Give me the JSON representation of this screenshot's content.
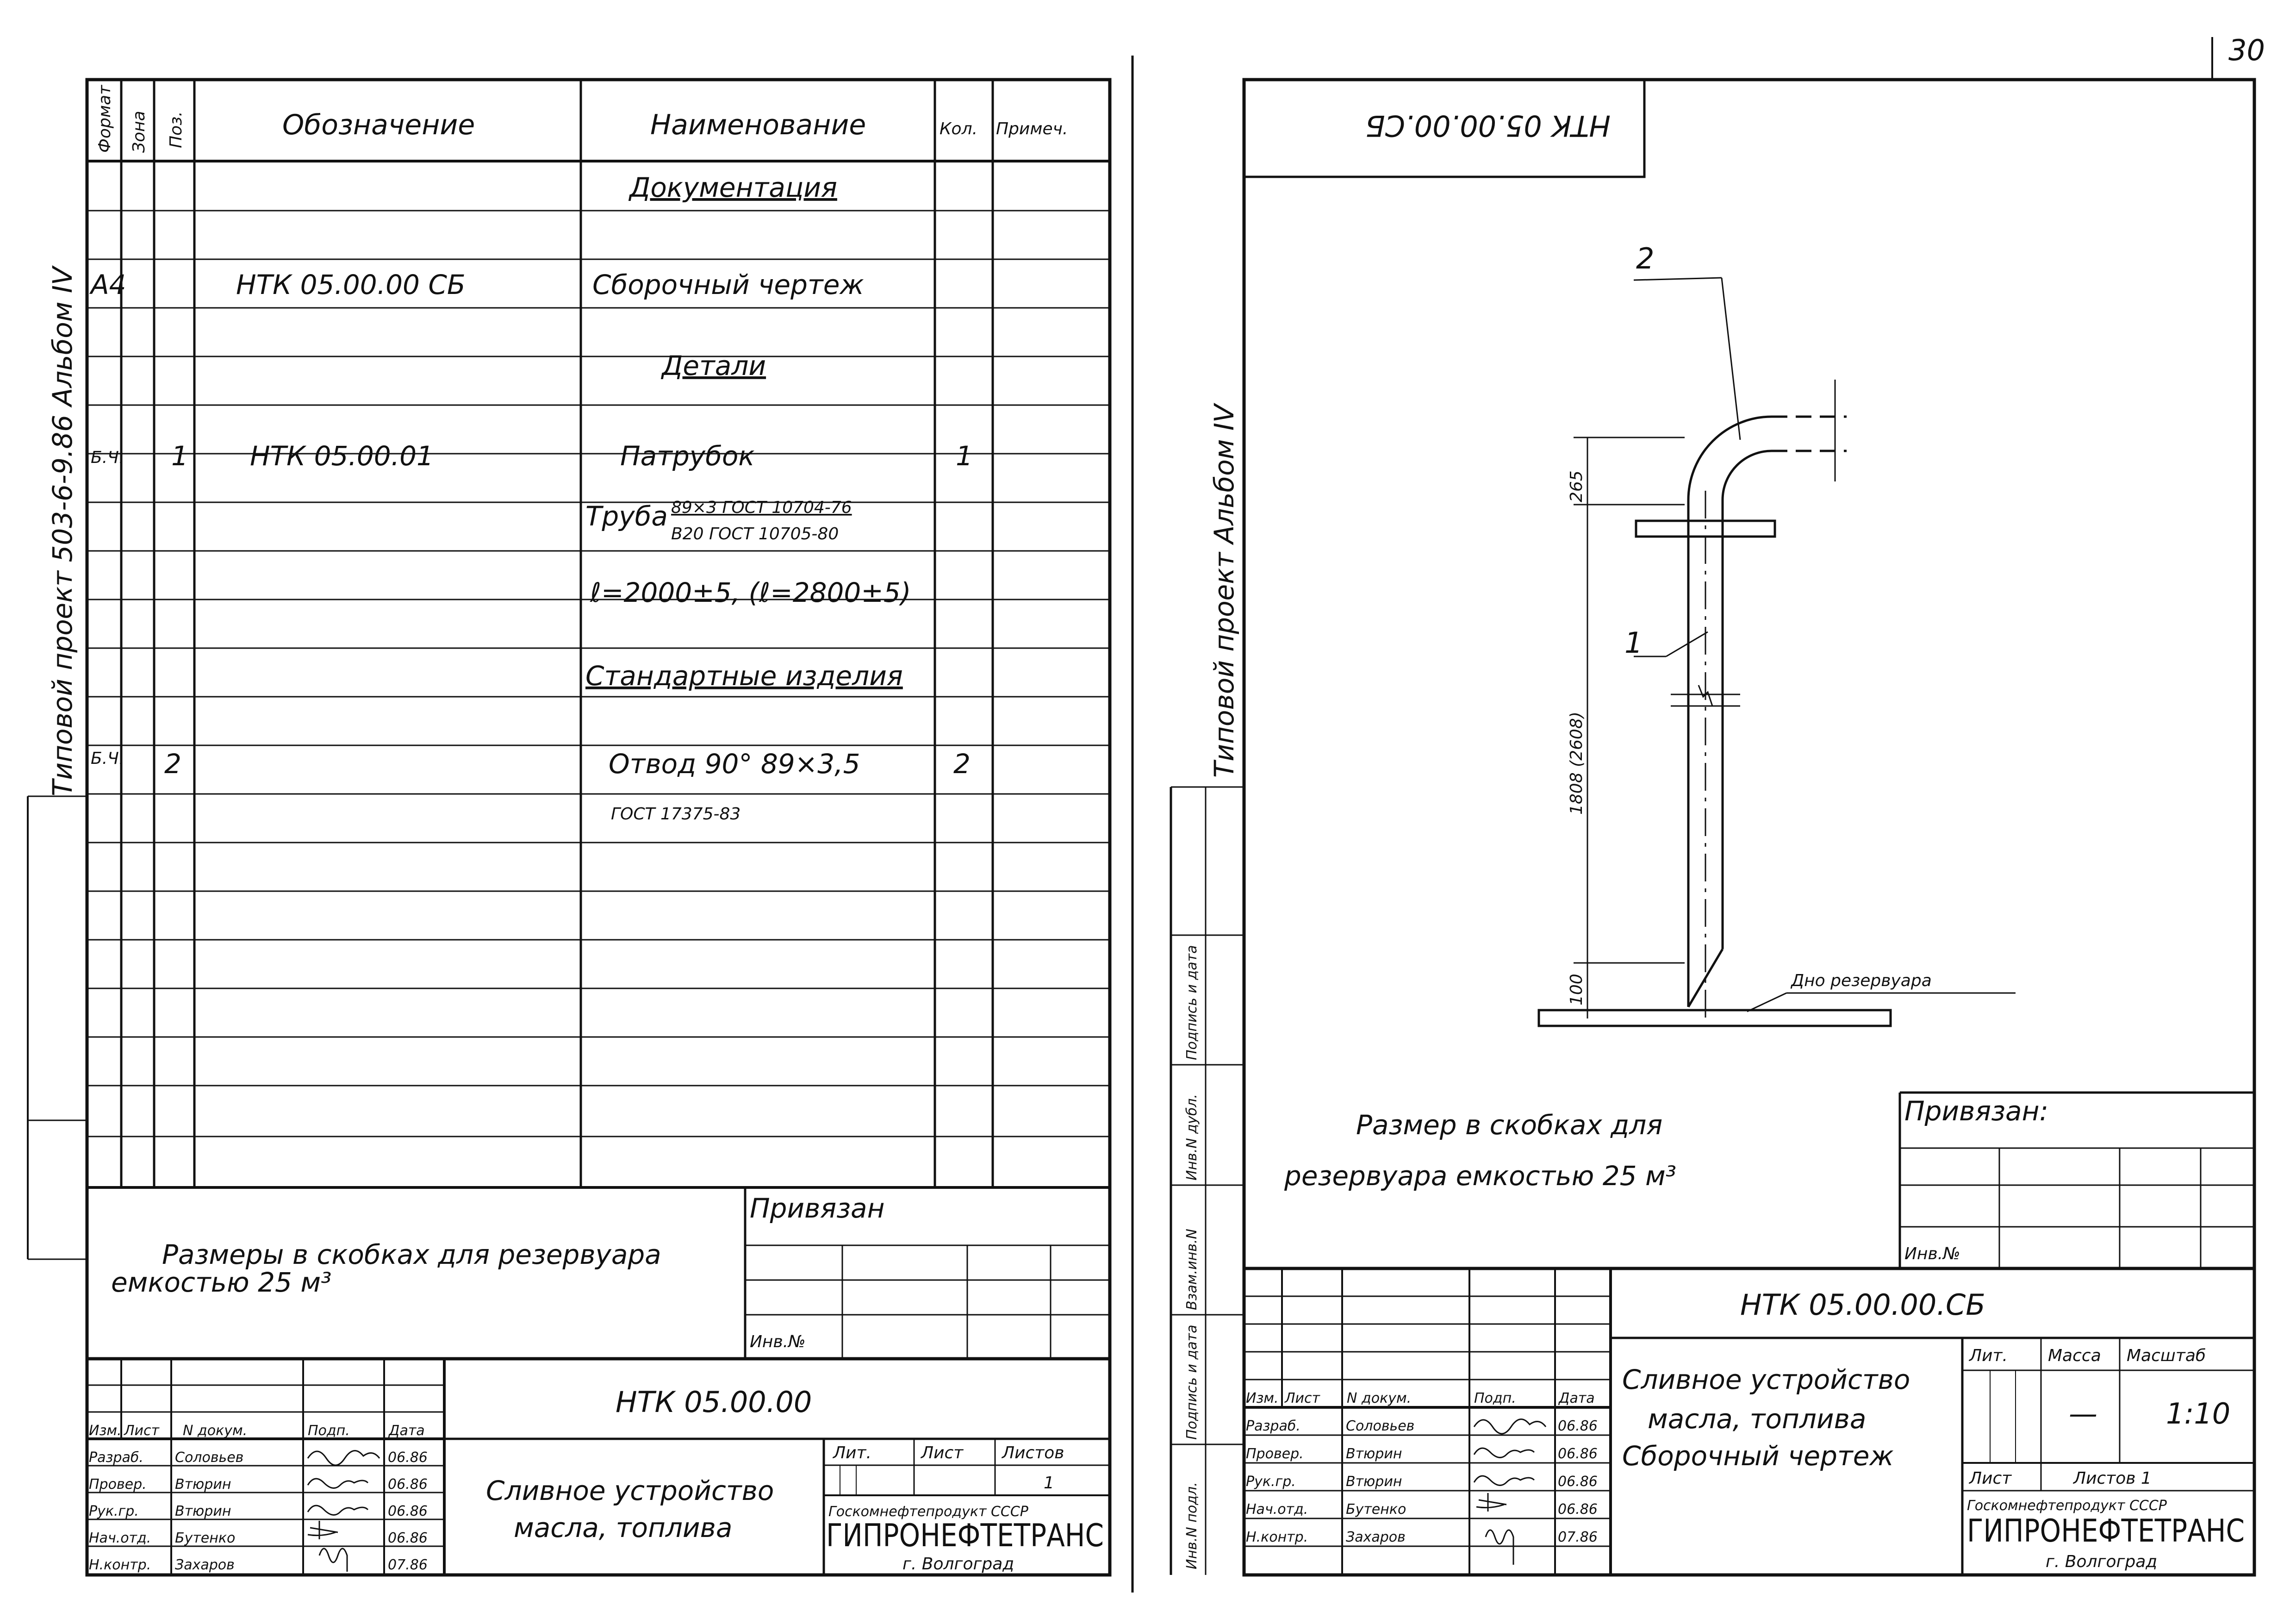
{
  "sheet_number": "30",
  "left": {
    "side_label": "Типовой проект 503-6-9.86 Альбом IV",
    "headers": {
      "format": "Формат",
      "zone": "Зона",
      "pos": "Поз.",
      "designation": "Обозначение",
      "name": "Наименование",
      "qty": "Кол.",
      "note": "Примеч."
    },
    "rows": {
      "doc_section": "Документация",
      "r1": {
        "format": "А4",
        "designation": "НТК 05.00.00 СБ",
        "name": "Сборочный чертеж"
      },
      "parts_section": "Детали",
      "r2": {
        "format": "Б.Ч.",
        "pos": "1",
        "designation": "НТК 05.00.01",
        "name": "Патрубок",
        "qty": "1"
      },
      "r3a": "Труба",
      "r3b": "89×3 ГОСТ 10704-76",
      "r3c": "В20 ГОСТ 10705-80",
      "r4": "ℓ=2000±5, (ℓ=2800±5)",
      "std_section": "Стандартные изделия",
      "r5": {
        "format": "Б.Ч.",
        "pos": "2",
        "name": "Отвод 90° 89×3,5",
        "qty": "2"
      },
      "r6": "ГОСТ 17375-83"
    },
    "note_line1": "Размеры в скобках для резервуара",
    "note_line2": "емкостью 25 м³",
    "bound_label": "Привязан",
    "inv_label": "Инв.№",
    "title_block": {
      "code": "НТК 05.00.00",
      "title1": "Сливное устройство",
      "title2": "масла, топлива",
      "lit": "Лит.",
      "sheet": "Лист",
      "sheets": "Листов",
      "sheets_value": "1",
      "org1": "Госкомнефтепродукт СССР",
      "org2": "ГИПРОНЕФТЕТРАНС",
      "org3": "г. Волгоград",
      "cols": {
        "izm": "Изм.",
        "list": "Лист",
        "doc": "N докум.",
        "sign": "Подп.",
        "date": "Дата"
      },
      "people": [
        {
          "role": "Разраб.",
          "name": "Соловьев",
          "date": "06.86"
        },
        {
          "role": "Провер.",
          "name": "Втюрин",
          "date": "06.86"
        },
        {
          "role": "Рук.гр.",
          "name": "Втюрин",
          "date": "06.86"
        },
        {
          "role": "Нач.отд.",
          "name": "Бутенко",
          "date": "06.86"
        },
        {
          "role": "Н.контр.",
          "name": "Захаров",
          "date": "07.86"
        }
      ]
    }
  },
  "right": {
    "stamp": "НТК 05.00.00.СБ",
    "side_label": "Типовой проект Альбом IV",
    "side_fields": [
      "Инв.N подл.",
      "Подпись и дата",
      "Взам.инв.N",
      "Инв.N дубл.",
      "Подпись и дата"
    ],
    "callout_1": "1",
    "callout_2": "2",
    "dim_top": "265",
    "dim_main": "1808 (2608)",
    "dim_bottom": "100",
    "bottom_label": "Дно резервуара",
    "note_line1": "Размер в скобках для",
    "note_line2": "резервуара емкостью 25 м³",
    "bound_label": "Привязан:",
    "inv_label": "Инв.№",
    "title_block": {
      "code": "НТК 05.00.00.СБ",
      "title1": "Сливное устройство",
      "title2": "масла, топлива",
      "title3": "Сборочный чертеж",
      "lit": "Лит.",
      "mass": "Масса",
      "scale": "Масштаб",
      "mass_value": "—",
      "scale_value": "1:10",
      "sheet": "Лист",
      "sheets": "Листов 1",
      "org1": "Госкомнефтепродукт СССР",
      "org2": "ГИПРОНЕФТЕТРАНС",
      "org3": "г. Волгоград",
      "cols": {
        "izm": "Изм.",
        "list": "Лист",
        "doc": "N докум.",
        "sign": "Подп.",
        "date": "Дата"
      },
      "people": [
        {
          "role": "Разраб.",
          "name": "Соловьев",
          "date": "06.86"
        },
        {
          "role": "Провер.",
          "name": "Втюрин",
          "date": "06.86"
        },
        {
          "role": "Рук.гр.",
          "name": "Втюрин",
          "date": "06.86"
        },
        {
          "role": "Нач.отд.",
          "name": "Бутенко",
          "date": "06.86"
        },
        {
          "role": "Н.контр.",
          "name": "Захаров",
          "date": "07.86"
        }
      ]
    }
  }
}
